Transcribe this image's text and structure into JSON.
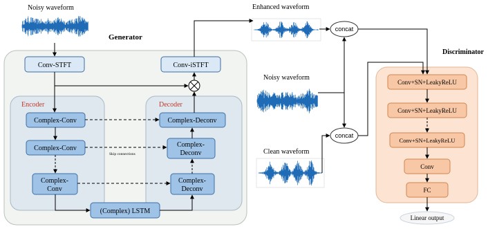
{
  "waveform_labels": {
    "noisy_top": "Noisy waveform",
    "enhanced": "Enhanced waveform",
    "noisy_mid": "Noisy waveform",
    "clean": "Clean waveform"
  },
  "generator": {
    "title": "Generator",
    "conv_stft": "Conv-STFT",
    "conv_istft": "Conv-iSTFT",
    "multiply_symbol": "⊗",
    "encoder": {
      "title": "Encoder",
      "block1": "Complex-Conv",
      "block2": "Complex-Conv",
      "block3_line1": "Complex-",
      "block3_line2": "Conv"
    },
    "decoder": {
      "title": "Decoder",
      "block1": "Complex-Deconv",
      "block2_line1": "Complex-",
      "block2_line2": "Deconv",
      "block3_line1": "Complex-",
      "block3_line2": "Deconv"
    },
    "skip_label": "Skip connections",
    "lstm": "(Complex) LSTM"
  },
  "concat": {
    "top": "concat",
    "bottom": "concat"
  },
  "discriminator": {
    "title": "Discriminator",
    "block1": "Conv+SN+LeakyReLU",
    "block2": "Conv+SN+LeakyReLU",
    "block3": "Conv+SN+LeakyReLU",
    "block4": "Conv",
    "block5": "FC",
    "output": "Linear output"
  },
  "colors": {
    "waveform": "#1f6bb5",
    "generator_bg": "#f1f4f1",
    "encoder_bg": "#dfe8ef",
    "block_blue": "#9fc3e7",
    "block_blue_border": "#3d6ea3",
    "block_light": "#dbe8f5",
    "discriminator_bg": "#fce3d2",
    "block_orange": "#f8c7a5",
    "block_orange_border": "#d0864f",
    "encoder_title": "#c0392b",
    "decoder_title": "#c0392b"
  }
}
